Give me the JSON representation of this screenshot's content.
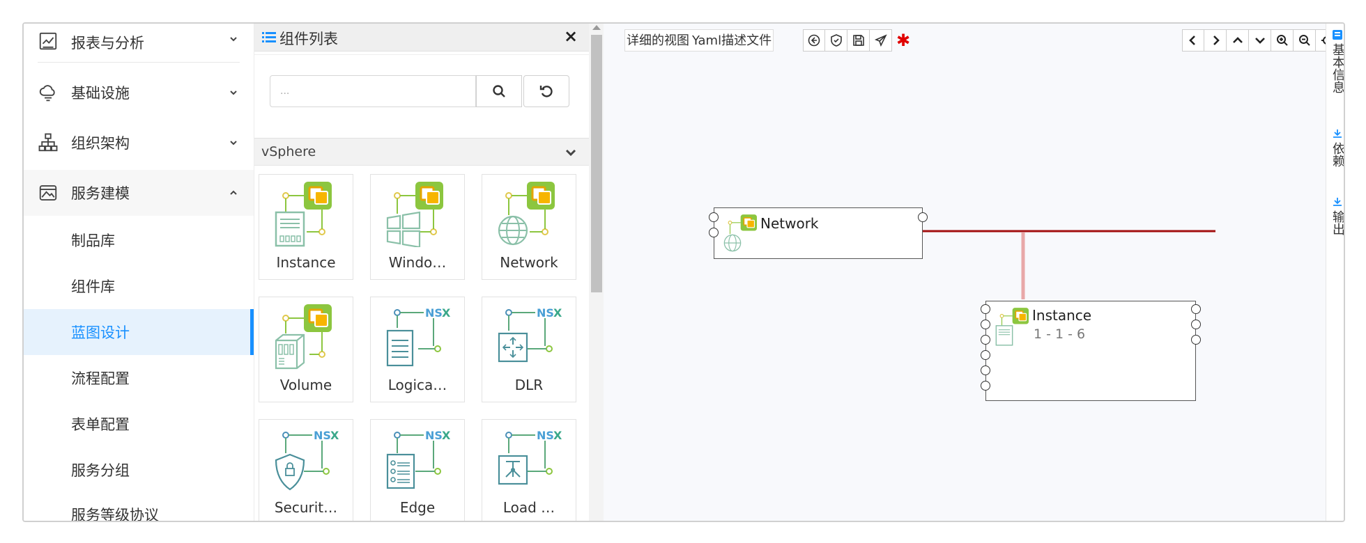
{
  "sidebar": {
    "menus": [
      {
        "label": "报表与分析",
        "icon": "report-chart-icon",
        "open": false
      },
      {
        "label": "基础设施",
        "icon": "cloud-infrastructure-icon",
        "open": false
      },
      {
        "label": "组织架构",
        "icon": "org-structure-icon",
        "open": false
      },
      {
        "label": "服务建模",
        "icon": "image-gallery-icon",
        "open": true
      }
    ],
    "sub_items": [
      {
        "label": "制品库"
      },
      {
        "label": "组件库"
      },
      {
        "label": "蓝图设计",
        "active": true
      },
      {
        "label": "流程配置"
      },
      {
        "label": "表单配置"
      },
      {
        "label": "服务分组"
      },
      {
        "label": "服务等级协议"
      }
    ]
  },
  "component_panel": {
    "title": "组件列表",
    "close_glyph": "×",
    "search": {
      "placeholder": "..."
    },
    "group": {
      "title": "vSphere"
    },
    "tiles": [
      {
        "label": "Instance",
        "icon": "vsphere-instance-icon"
      },
      {
        "label": "Windo…",
        "icon": "vsphere-windows-icon"
      },
      {
        "label": "Network",
        "icon": "vsphere-network-icon"
      },
      {
        "label": "Volume",
        "icon": "vsphere-volume-icon"
      },
      {
        "label": "Logica…",
        "icon": "nsx-logical-switch-icon"
      },
      {
        "label": "DLR",
        "icon": "nsx-dlr-icon"
      },
      {
        "label": "Securit…",
        "icon": "nsx-security-group-icon"
      },
      {
        "label": "Edge",
        "icon": "nsx-edge-icon"
      },
      {
        "label": "Load …",
        "icon": "nsx-load-balancer-icon"
      }
    ]
  },
  "canvas": {
    "view_tabs": [
      {
        "label": "详细的视图"
      },
      {
        "label": "Yaml描述文件"
      }
    ],
    "left_tools": [
      "back-circle-icon",
      "shield-check-icon",
      "save-icon",
      "send-icon"
    ],
    "unsaved_marker": "✱",
    "right_tools": [
      "chevron-left-icon",
      "chevron-right-icon",
      "chevron-up-icon",
      "chevron-down-icon",
      "zoom-in-icon",
      "zoom-out-icon",
      "fit-center-icon"
    ],
    "nodes": {
      "network": {
        "title": "Network"
      },
      "instance": {
        "title": "Instance",
        "subtitle": "1 - 1 - 6"
      }
    },
    "colors": {
      "link": "#a31010",
      "link_light": "#e8a8a8",
      "unsaved": "#e00000"
    }
  },
  "right_panel": {
    "tabs": [
      {
        "label": "基本信息",
        "icon": "info-card-icon"
      },
      {
        "label": "依赖",
        "icon": "download-icon"
      },
      {
        "label": "输出",
        "icon": "download-icon"
      }
    ]
  }
}
